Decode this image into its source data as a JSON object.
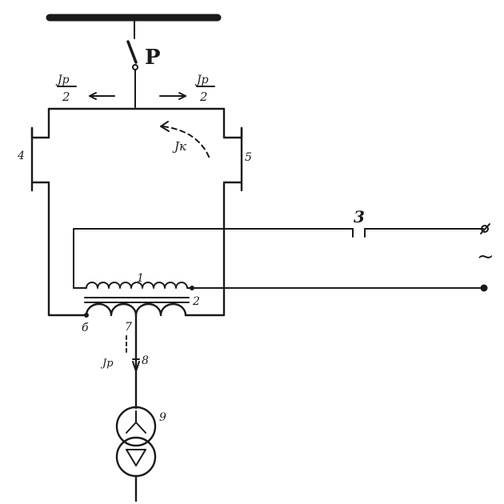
{
  "labels": {
    "switch": "P",
    "current_left_num": "Jp",
    "current_left_den": "2",
    "current_right_num": "Jp",
    "current_right_den": "2",
    "circulating_current": "Jк",
    "node_4": "4",
    "node_5": "5",
    "node_1": "1",
    "node_2": "2",
    "node_3": "3",
    "node_6": "б",
    "node_7": "7",
    "node_8": "8",
    "node_9": "9",
    "current_bottom": "Jp",
    "ac_symbol": "~"
  }
}
